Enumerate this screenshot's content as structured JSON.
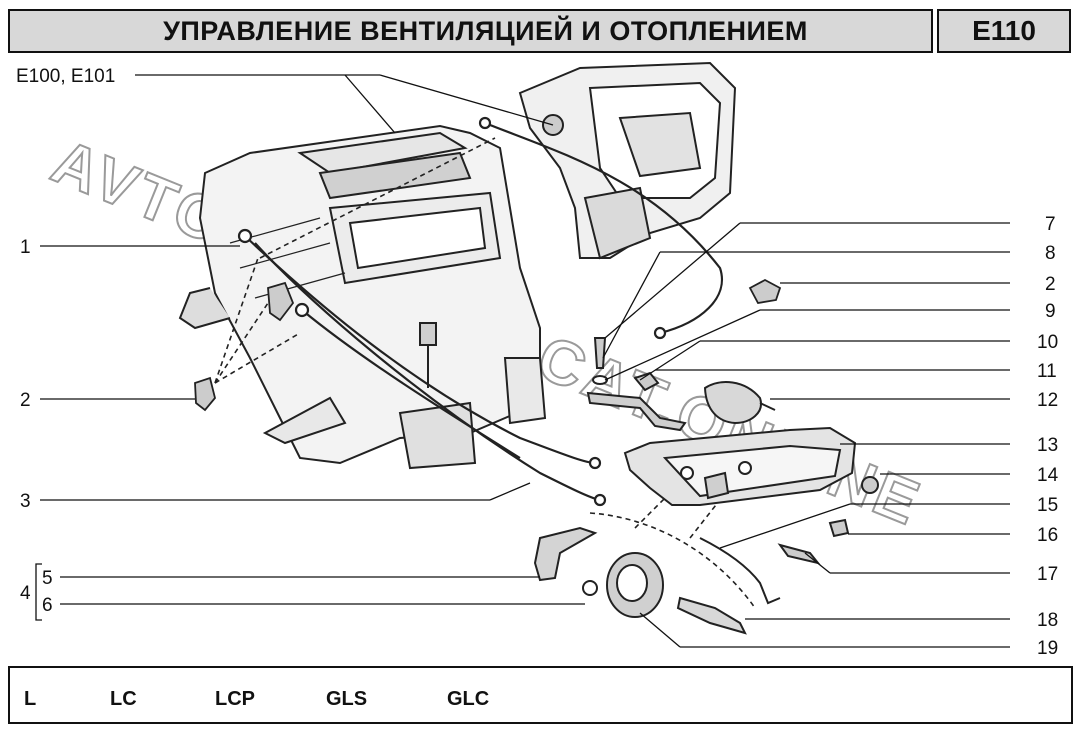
{
  "header": {
    "title": "УПРАВЛЕНИЕ ВЕНТИЛЯЦИЕЙ И ОТОПЛЕНИЕМ",
    "code": "E110"
  },
  "diagram": {
    "watermark": "AVTOSTAZKA.ACAT.ONLINE",
    "reference_label": "E100, E101",
    "callouts_right": [
      "7",
      "8",
      "2",
      "9",
      "10",
      "11",
      "12",
      "13",
      "14",
      "15",
      "16",
      "17",
      "18",
      "19"
    ],
    "callouts_left": [
      "1",
      "2",
      "3",
      "5",
      "6"
    ],
    "group_label": "4"
  },
  "footer": {
    "trims": [
      "L",
      "LC",
      "LCP",
      "GLS",
      "GLC"
    ]
  }
}
